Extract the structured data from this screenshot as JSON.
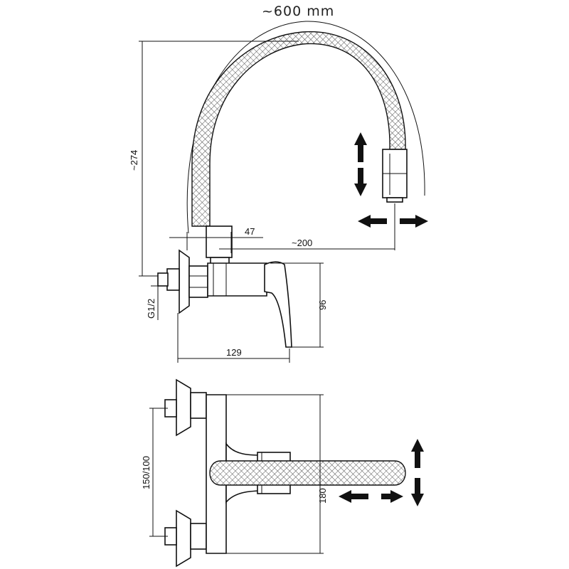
{
  "dimensions": {
    "arc_length": "~600  mm",
    "height": "~274",
    "spout_offset": "47",
    "reach": "~200",
    "body_height": "96",
    "thread": "G1/2",
    "body_depth": "129",
    "connection_spacing": "150/100",
    "total_height": "180"
  },
  "icons": {
    "side_view_vertical_arrows": "up-down-arrows-icon",
    "side_view_horizontal_arrows": "left-right-arrows-icon",
    "top_view_vertical_arrows": "up-down-arrows-icon",
    "top_view_horizontal_arrows": "left-right-arrows-icon"
  },
  "colors": {
    "line": "#111111",
    "background": "#ffffff"
  }
}
